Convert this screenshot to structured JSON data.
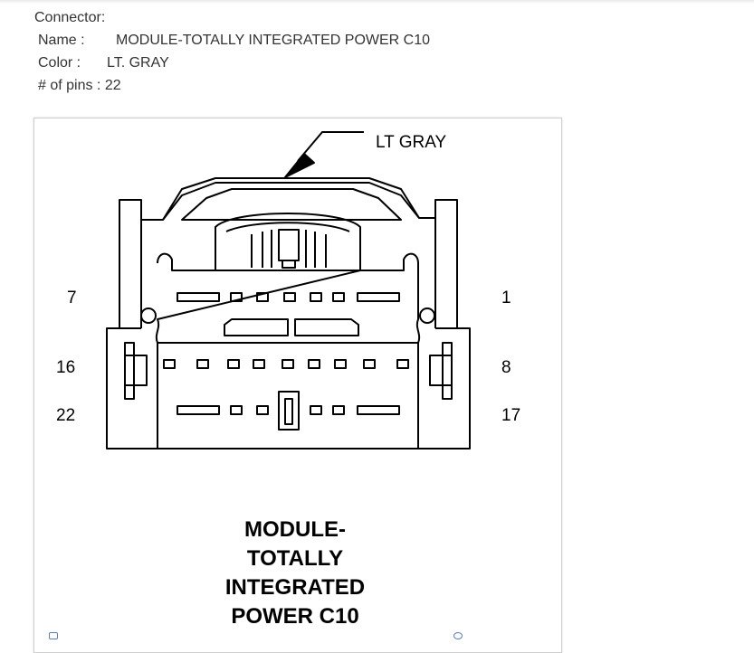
{
  "connector": {
    "heading": "Connector:",
    "name_label": "Name :",
    "name_value": "MODULE-TOTALLY INTEGRATED POWER C10",
    "color_label": "Color :",
    "color_value": "LT. GRAY",
    "pins_label": "# of pins :",
    "pins_value": "22"
  },
  "diagram": {
    "callout_label": "LT GRAY",
    "pin_labels": {
      "row1_left": "7",
      "row1_right": "1",
      "row2_left": "16",
      "row2_right": "8",
      "row3_left": "22",
      "row3_right": "17"
    },
    "title_lines": [
      "MODULE-",
      "TOTALLY",
      "INTEGRATED",
      "POWER C10"
    ]
  }
}
